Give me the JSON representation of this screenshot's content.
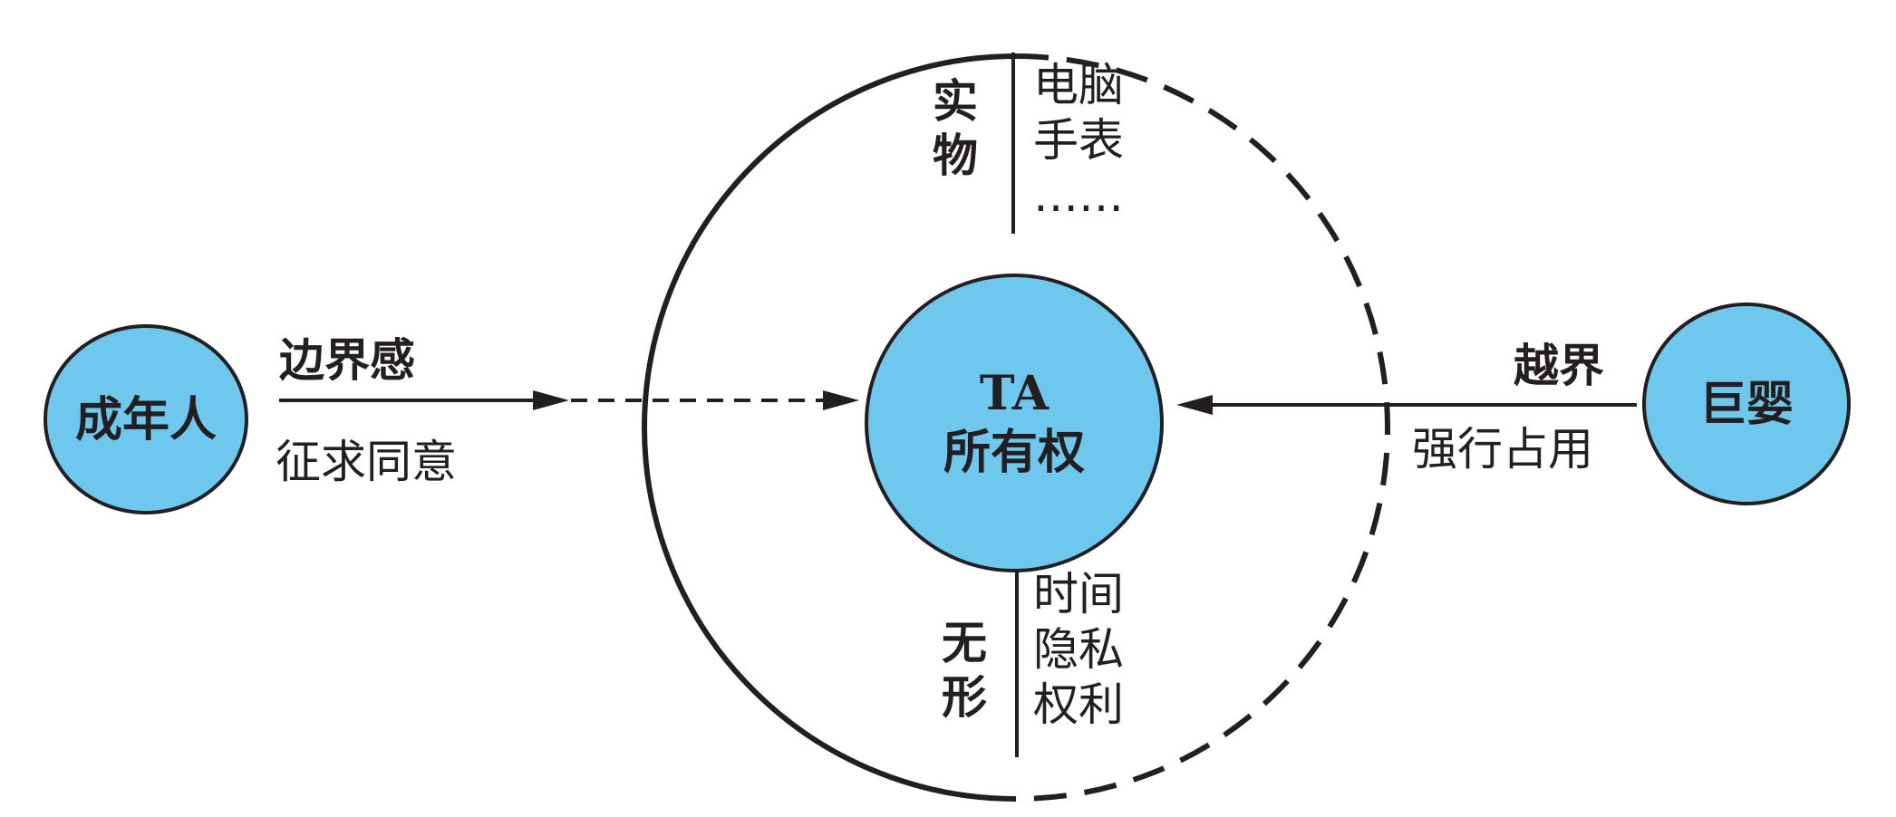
{
  "center": {
    "line1": "TA",
    "line2": "所有权"
  },
  "left_node": {
    "label": "成年人"
  },
  "right_node": {
    "label": "巨婴"
  },
  "left_edge": {
    "above": "边界感",
    "below": "征求同意"
  },
  "right_edge": {
    "above": "越界",
    "below": "强行占用"
  },
  "tangible": {
    "title": "实物",
    "items": [
      "电脑",
      "手表",
      "……"
    ]
  },
  "intangible": {
    "title": "无形",
    "items": [
      "时间",
      "隐私",
      "权利"
    ]
  },
  "colors": {
    "node_fill": "#6ec8ed",
    "stroke": "#231f20"
  }
}
